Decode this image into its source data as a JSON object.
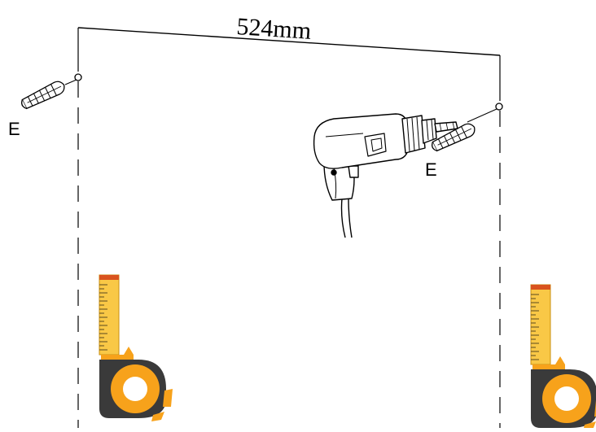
{
  "dimension": {
    "value": "524mm"
  },
  "labels": {
    "anchor_left": "E",
    "anchor_right": "E"
  },
  "colors": {
    "line": "#000000",
    "tape_body": "#3a3a3a",
    "tape_ring": "#f7a21b",
    "tape_center": "#ffffff",
    "tape_blade": "#f9c846",
    "tape_tip": "#d9531e"
  },
  "icons": {
    "left_anchor": "wall-plug-icon",
    "right_anchor": "wall-plug-icon",
    "drill": "power-drill-icon",
    "left_tape": "tape-measure-icon",
    "right_tape": "tape-measure-icon"
  }
}
